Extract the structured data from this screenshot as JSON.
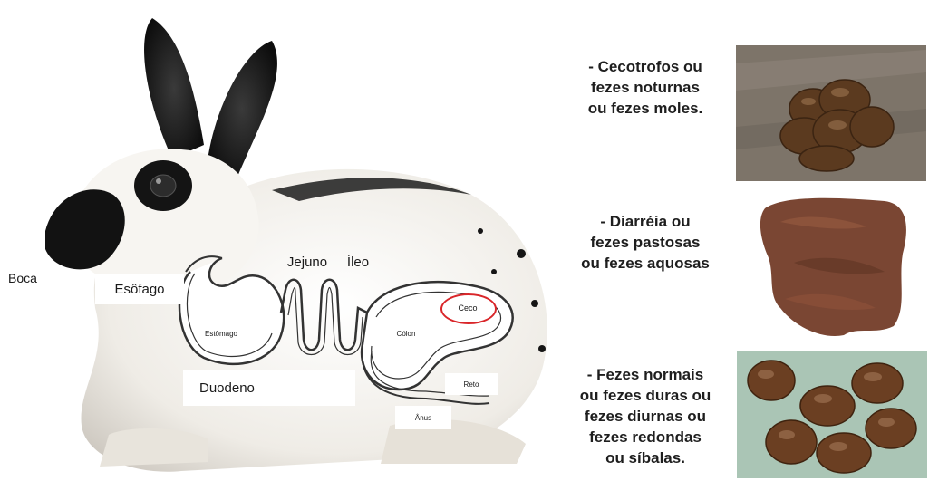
{
  "anatomy_labels": {
    "mouth": "Boca",
    "esophagus": "Esôfago",
    "jejunum": "Jejuno",
    "ileum": "Íleo",
    "stomach": "Estômago",
    "cecum": "Ceco",
    "colon": "Cólon",
    "duodenum": "Duodeno",
    "rectum": "Reto",
    "anus": "Ânus"
  },
  "feces_types": [
    {
      "lines": [
        "- Cecotrofos ou",
        "fezes noturnas",
        "ou fezes moles."
      ],
      "photo": "cecotrophs-photo"
    },
    {
      "lines": [
        "- Diarréia ou",
        "fezes pastosas",
        "ou fezes aquosas"
      ],
      "photo": "diarrhea-photo"
    },
    {
      "lines": [
        "- Fezes normais",
        "ou fezes duras ou",
        "fezes diurnas ou",
        "fezes redondas",
        "ou síbalas."
      ],
      "photo": "normal-feces-photo"
    }
  ],
  "colors": {
    "highlight_circle": "#d9262a",
    "fur_black": "#151515",
    "fur_white": "#f4f2ee",
    "feces_brown": "#6b3f22"
  }
}
